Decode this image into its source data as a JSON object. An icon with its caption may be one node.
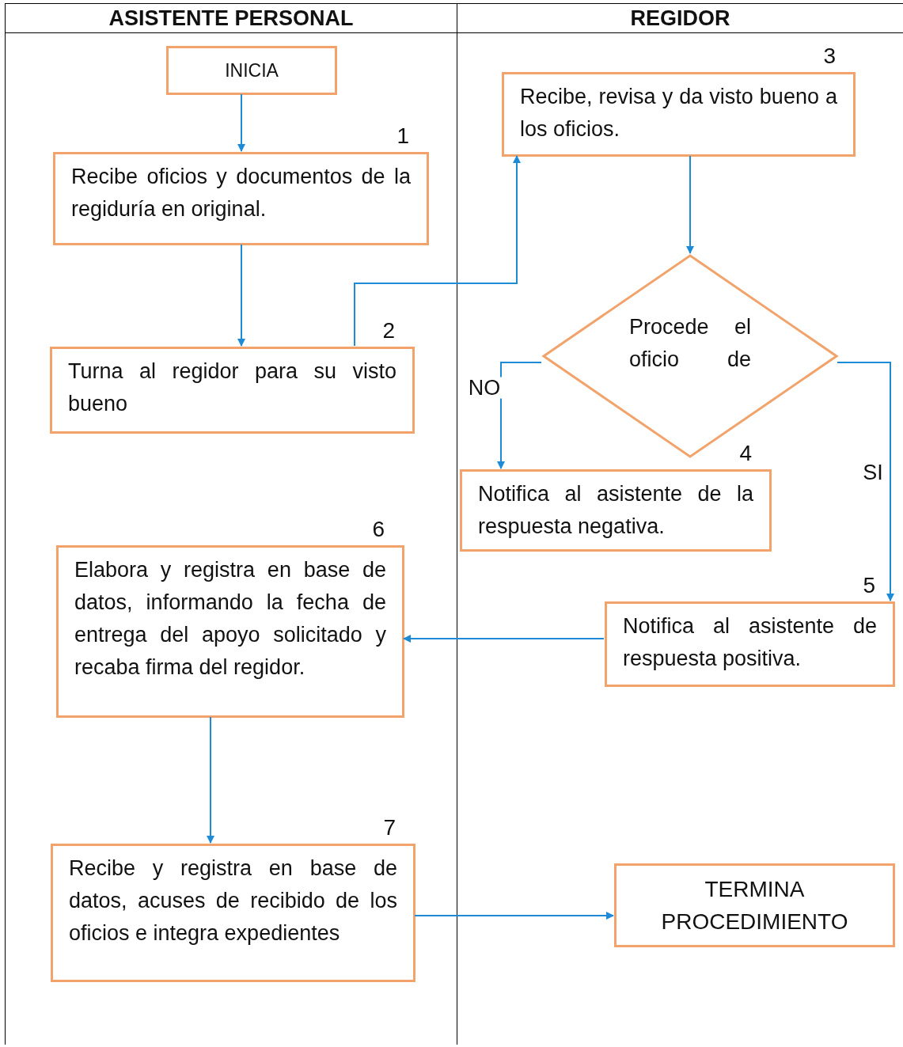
{
  "diagram": {
    "nodes": [
      {
        "text": [
          "ASISTENTE PERSONAL"
        ]
      },
      {
        "text": [
          "REGIDOR"
        ]
      },
      {
        "text": [
          "INICIA"
        ],
        "in": 0
      },
      {
        "text": [
          "Recibe oficios y documentos de la regiduría en original."
        ],
        "in": 0,
        "beside": [
          "1"
        ]
      },
      {
        "text": [
          "Turna al regidor para su visto bueno"
        ],
        "in": 0,
        "beside": [
          "2"
        ]
      },
      {
        "text": [
          "Recibe, revisa y da visto bueno a los oficios."
        ],
        "in": 1,
        "beside": [
          "3"
        ]
      },
      {
        "text": [
          "Procede el oficio de"
        ],
        "in": 1
      },
      {
        "text": [
          "Notifica al asistente de la respuesta negativa."
        ],
        "in": 1,
        "beside": [
          "4"
        ]
      },
      {
        "text": [
          "Notifica al asistente de respuesta positiva."
        ],
        "in": 1,
        "beside": [
          "5"
        ]
      },
      {
        "text": [
          "Elabora y registra en base de datos, informando la fecha de entrega del apoyo solicitado y recaba firma del regidor."
        ],
        "in": 0,
        "beside": [
          "6"
        ]
      },
      {
        "text": [
          "Recibe y registra en base de datos, acuses de recibido de los oficios e integra expedientes"
        ],
        "in": 0,
        "beside": [
          "7"
        ]
      },
      {
        "text": [
          "TERMINA PROCEDIMIENTO"
        ],
        "in": 1
      }
    ],
    "edges": [
      {
        "from": 2,
        "to": 3,
        "arrow": "to"
      },
      {
        "from": 3,
        "to": 4,
        "arrow": "to"
      },
      {
        "from": 4,
        "to": 5,
        "arrow": "to"
      },
      {
        "from": 5,
        "to": 6,
        "arrow": "to"
      },
      {
        "from": 6,
        "to": 7,
        "arrow": "to",
        "label": "NO"
      },
      {
        "from": 6,
        "to": 8,
        "arrow": "to",
        "label": "SI"
      },
      {
        "from": 8,
        "to": 9,
        "arrow": "to"
      },
      {
        "from": 9,
        "to": 10,
        "arrow": "to"
      },
      {
        "from": 10,
        "to": 11,
        "arrow": "to"
      }
    ]
  }
}
